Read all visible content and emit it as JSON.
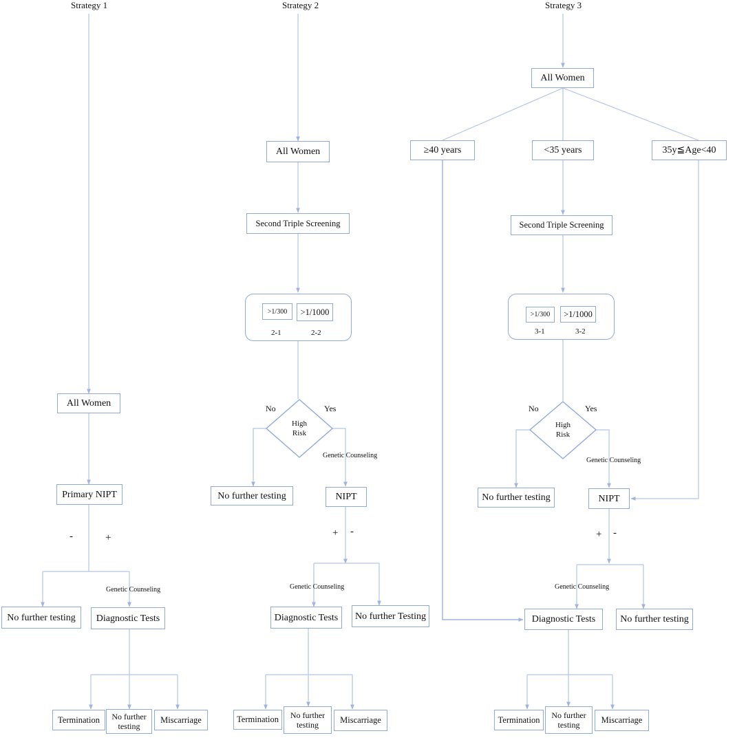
{
  "titles": {
    "s1": "Strategy 1",
    "s2": "Strategy 2",
    "s3": "Strategy 3"
  },
  "strategy1": {
    "all_women": "All Women",
    "primary_nipt": "Primary NIPT",
    "minus": "-",
    "plus": "+",
    "genetic_counseling": "Genetic Counseling",
    "no_further_testing": "No further testing",
    "diagnostic_tests": "Diagnostic Tests",
    "termination": "Termination",
    "no_further_testing_2": "No further testing",
    "miscarriage": "Miscarriage"
  },
  "strategy2": {
    "all_women": "All Women",
    "second_triple": "Second Triple Screening",
    "cutoff_a": ">1/300",
    "cutoff_b": ">1/1000",
    "cutoff_a_id": "2-1",
    "cutoff_b_id": "2-2",
    "high_risk": "High Risk",
    "no": "No",
    "yes": "Yes",
    "genetic_counseling": "Genetic Counseling",
    "no_further_testing": "No further testing",
    "nipt": "NIPT",
    "plus": "+",
    "minus": "-",
    "genetic_counseling_2": "Genetic Counseling",
    "diagnostic_tests": "Diagnostic Tests",
    "no_further_testing_b": "No further Testing",
    "termination": "Termination",
    "no_further_testing_2": "No further testing",
    "miscarriage": "Miscarriage"
  },
  "strategy3": {
    "all_women": "All Women",
    "age_ge40": "≥40 years",
    "age_lt35": "<35 years",
    "age_35_40": "35y≦Age<40",
    "second_triple": "Second Triple Screening",
    "cutoff_a": ">1/300",
    "cutoff_b": ">1/1000",
    "cutoff_a_id": "3-1",
    "cutoff_b_id": "3-2",
    "high_risk": "High Risk",
    "no": "No",
    "yes": "Yes",
    "genetic_counseling": "Genetic Counseling",
    "no_further_testing": "No further testing",
    "nipt": "NIPT",
    "plus": "+",
    "minus": "-",
    "genetic_counseling_2": "Genetic Counseling",
    "diagnostic_tests": "Diagnostic Tests",
    "no_further_testing_b": "No further testing",
    "termination": "Termination",
    "no_further_testing_2": "No further testing",
    "miscarriage": "Miscarriage"
  },
  "colors": {
    "edge": "#a9bde3",
    "arrow": "#9fb5e0",
    "border": "#8fa9d8"
  }
}
